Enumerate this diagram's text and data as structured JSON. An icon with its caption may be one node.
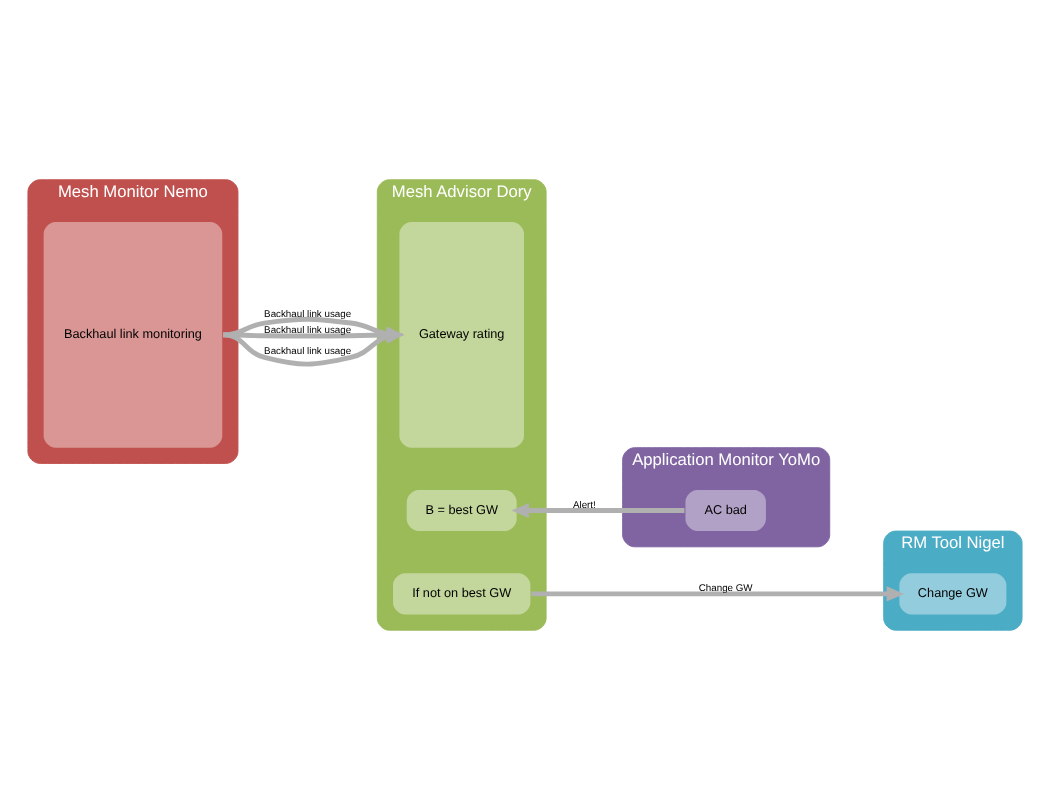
{
  "diagram": {
    "nodes": [
      {
        "text": [
          "Mesh Monitor Nemo"
        ]
      },
      {
        "text": [
          "Backhaul link monitoring"
        ],
        "in": 0
      },
      {
        "text": [
          "Mesh Advisor Dory"
        ]
      },
      {
        "text": [
          "Gateway rating"
        ],
        "in": 2
      },
      {
        "text": [
          "B = best GW"
        ],
        "in": 2
      },
      {
        "text": [
          "If not on best GW"
        ],
        "in": 2
      },
      {
        "text": [
          "Application Monitor YoMo"
        ]
      },
      {
        "text": [
          "AC bad"
        ],
        "in": 6
      },
      {
        "text": [
          "RM Tool Nigel"
        ]
      },
      {
        "text": [
          "Change GW"
        ],
        "in": 8
      }
    ],
    "edges": [
      {
        "from": 1,
        "to": 3,
        "arrow": "to",
        "label": "Backhaul link usage"
      },
      {
        "from": 1,
        "to": 3,
        "arrow": "to",
        "label": "Backhaul link usage"
      },
      {
        "from": 1,
        "to": 3,
        "arrow": "to",
        "label": "Backhaul link usage"
      },
      {
        "from": 7,
        "to": 4,
        "arrow": "to",
        "label": "Alert!"
      },
      {
        "from": 5,
        "to": 9,
        "arrow": "to",
        "label": "Change GW"
      }
    ]
  }
}
